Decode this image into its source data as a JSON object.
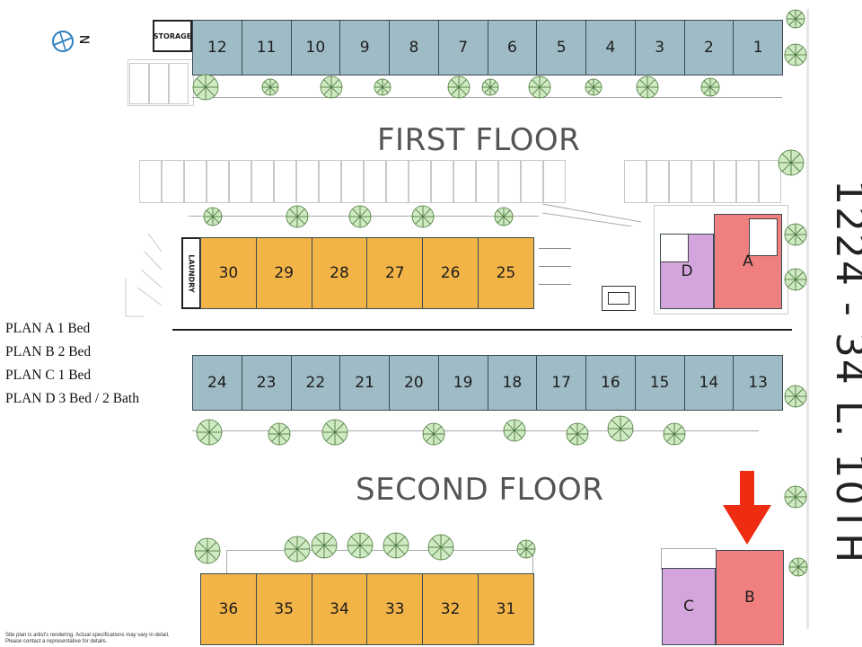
{
  "compass": {
    "label": "N"
  },
  "storage_label": "STORAGE",
  "laundry_label": "LAUNDRY",
  "first_floor": {
    "title": "FIRST FLOOR",
    "top_row": [
      "12",
      "11",
      "10",
      "9",
      "8",
      "7",
      "6",
      "5",
      "4",
      "3",
      "2",
      "1"
    ],
    "middle_row": [
      "30",
      "29",
      "28",
      "27",
      "26",
      "25"
    ],
    "plan_units": [
      "D",
      "A"
    ]
  },
  "second_floor": {
    "title": "SECOND FLOOR",
    "top_row": [
      "24",
      "23",
      "22",
      "21",
      "20",
      "19",
      "18",
      "17",
      "16",
      "15",
      "14",
      "13"
    ],
    "bottom_row": [
      "36",
      "35",
      "34",
      "33",
      "32",
      "31"
    ],
    "plan_units": [
      "C",
      "B"
    ]
  },
  "legend": [
    "PLAN A 1 Bed",
    "PLAN B 2 Bed",
    "PLAN C 1 Bed",
    "PLAN D 3 Bed / 2 Bath"
  ],
  "address": "1224 - 34 L. 10TH",
  "footnote": [
    "Site plan is artist's rendering. Actual specifications may vary in detail.",
    "Please contact a representative for details."
  ],
  "colors": {
    "blue_unit": "#9fbcc6",
    "orange_unit": "#f3b447",
    "purple_unit": "#d4a5dc",
    "red_unit": "#f08080",
    "arrow": "#ee2c12"
  }
}
